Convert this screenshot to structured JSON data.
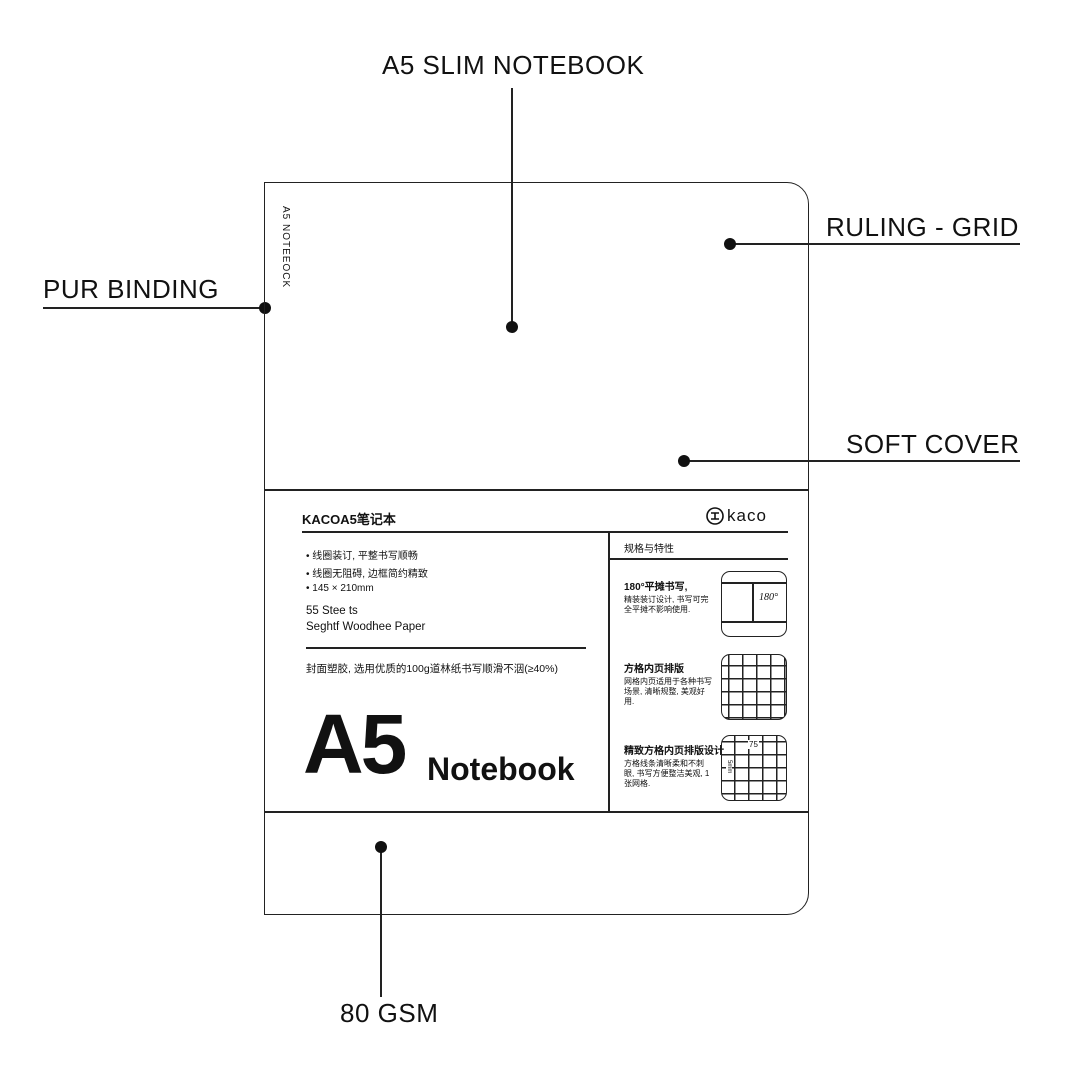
{
  "callouts": {
    "title": "A5 SLIM NOTEBOOK",
    "ruling": "RULING - GRID",
    "binding": "PUR BINDING",
    "cover": "SOFT COVER",
    "paper": "80 GSM"
  },
  "spine_text": "A5 NOTEEOCK",
  "label": {
    "brand_title": "KACOA5笔记本",
    "logo_text": "kaco",
    "bullets": [
      "• 线圈装订, 平整书写顺畅",
      "• 线圈无阻碍, 边框简约精致",
      "• 145 × 210mm"
    ],
    "sheets": "55 Stee ts",
    "paper_name": "Seghtf Woodhee Paper",
    "note": "封面塑胶, 选用优质的100g道林纸书写顺滑不洇(≥40%)",
    "big_a5": "A5",
    "big_notebook": "Notebook",
    "right_header": "规格与特性",
    "features": [
      {
        "title": "180°平摊书写,",
        "desc": "精装装订设计, 书写可完全平摊不影响使用."
      },
      {
        "title": "方格内页排版",
        "desc": "网格内页适用于各种书写场景, 清晰规整, 美观好用."
      },
      {
        "title": "精致方格内页排版设计",
        "desc": "方格线条清晰柔和不刺眼, 书写方便整洁美观, 1 张网格."
      }
    ],
    "icon_text_180": "180°",
    "icon_text_75": "75",
    "icon_text_side": "5mm"
  }
}
